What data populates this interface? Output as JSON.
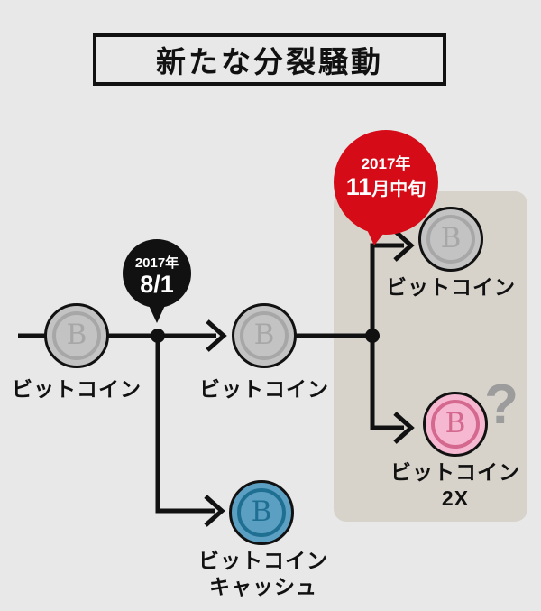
{
  "title": {
    "text": "新たな分裂騒動"
  },
  "colors": {
    "background": "#e8e8e8",
    "panel": "#d7d3ca",
    "line": "#111111",
    "black_bubble": "#111111",
    "red_bubble": "#d50c17",
    "coin_gray_fill": "#c3c3c3",
    "coin_gray_accent": "#a7a7a7",
    "coin_blue_fill": "#5b9fc2",
    "coin_blue_accent": "#1f6f92",
    "coin_pink_fill": "#f5b8d0",
    "coin_pink_accent": "#d4688e",
    "question_mark": "#9c9c9c"
  },
  "bubbles": {
    "august": {
      "year": "2017年",
      "date": "8/1"
    },
    "november": {
      "year": "2017年",
      "date_number": "11",
      "date_suffix": "月中旬"
    }
  },
  "coins": {
    "symbol": "B",
    "bitcoin_origin": {
      "label": "ビットコイン"
    },
    "bitcoin_continue": {
      "label": "ビットコイン"
    },
    "bitcoin_after_fork": {
      "label": "ビットコイン"
    },
    "bitcoin_cash": {
      "label_line1": "ビットコイン",
      "label_line2": "キャッシュ"
    },
    "bitcoin_2x": {
      "label_line1": "ビットコイン",
      "label_line2": "2X"
    }
  },
  "annotations": {
    "question_mark": "?"
  }
}
